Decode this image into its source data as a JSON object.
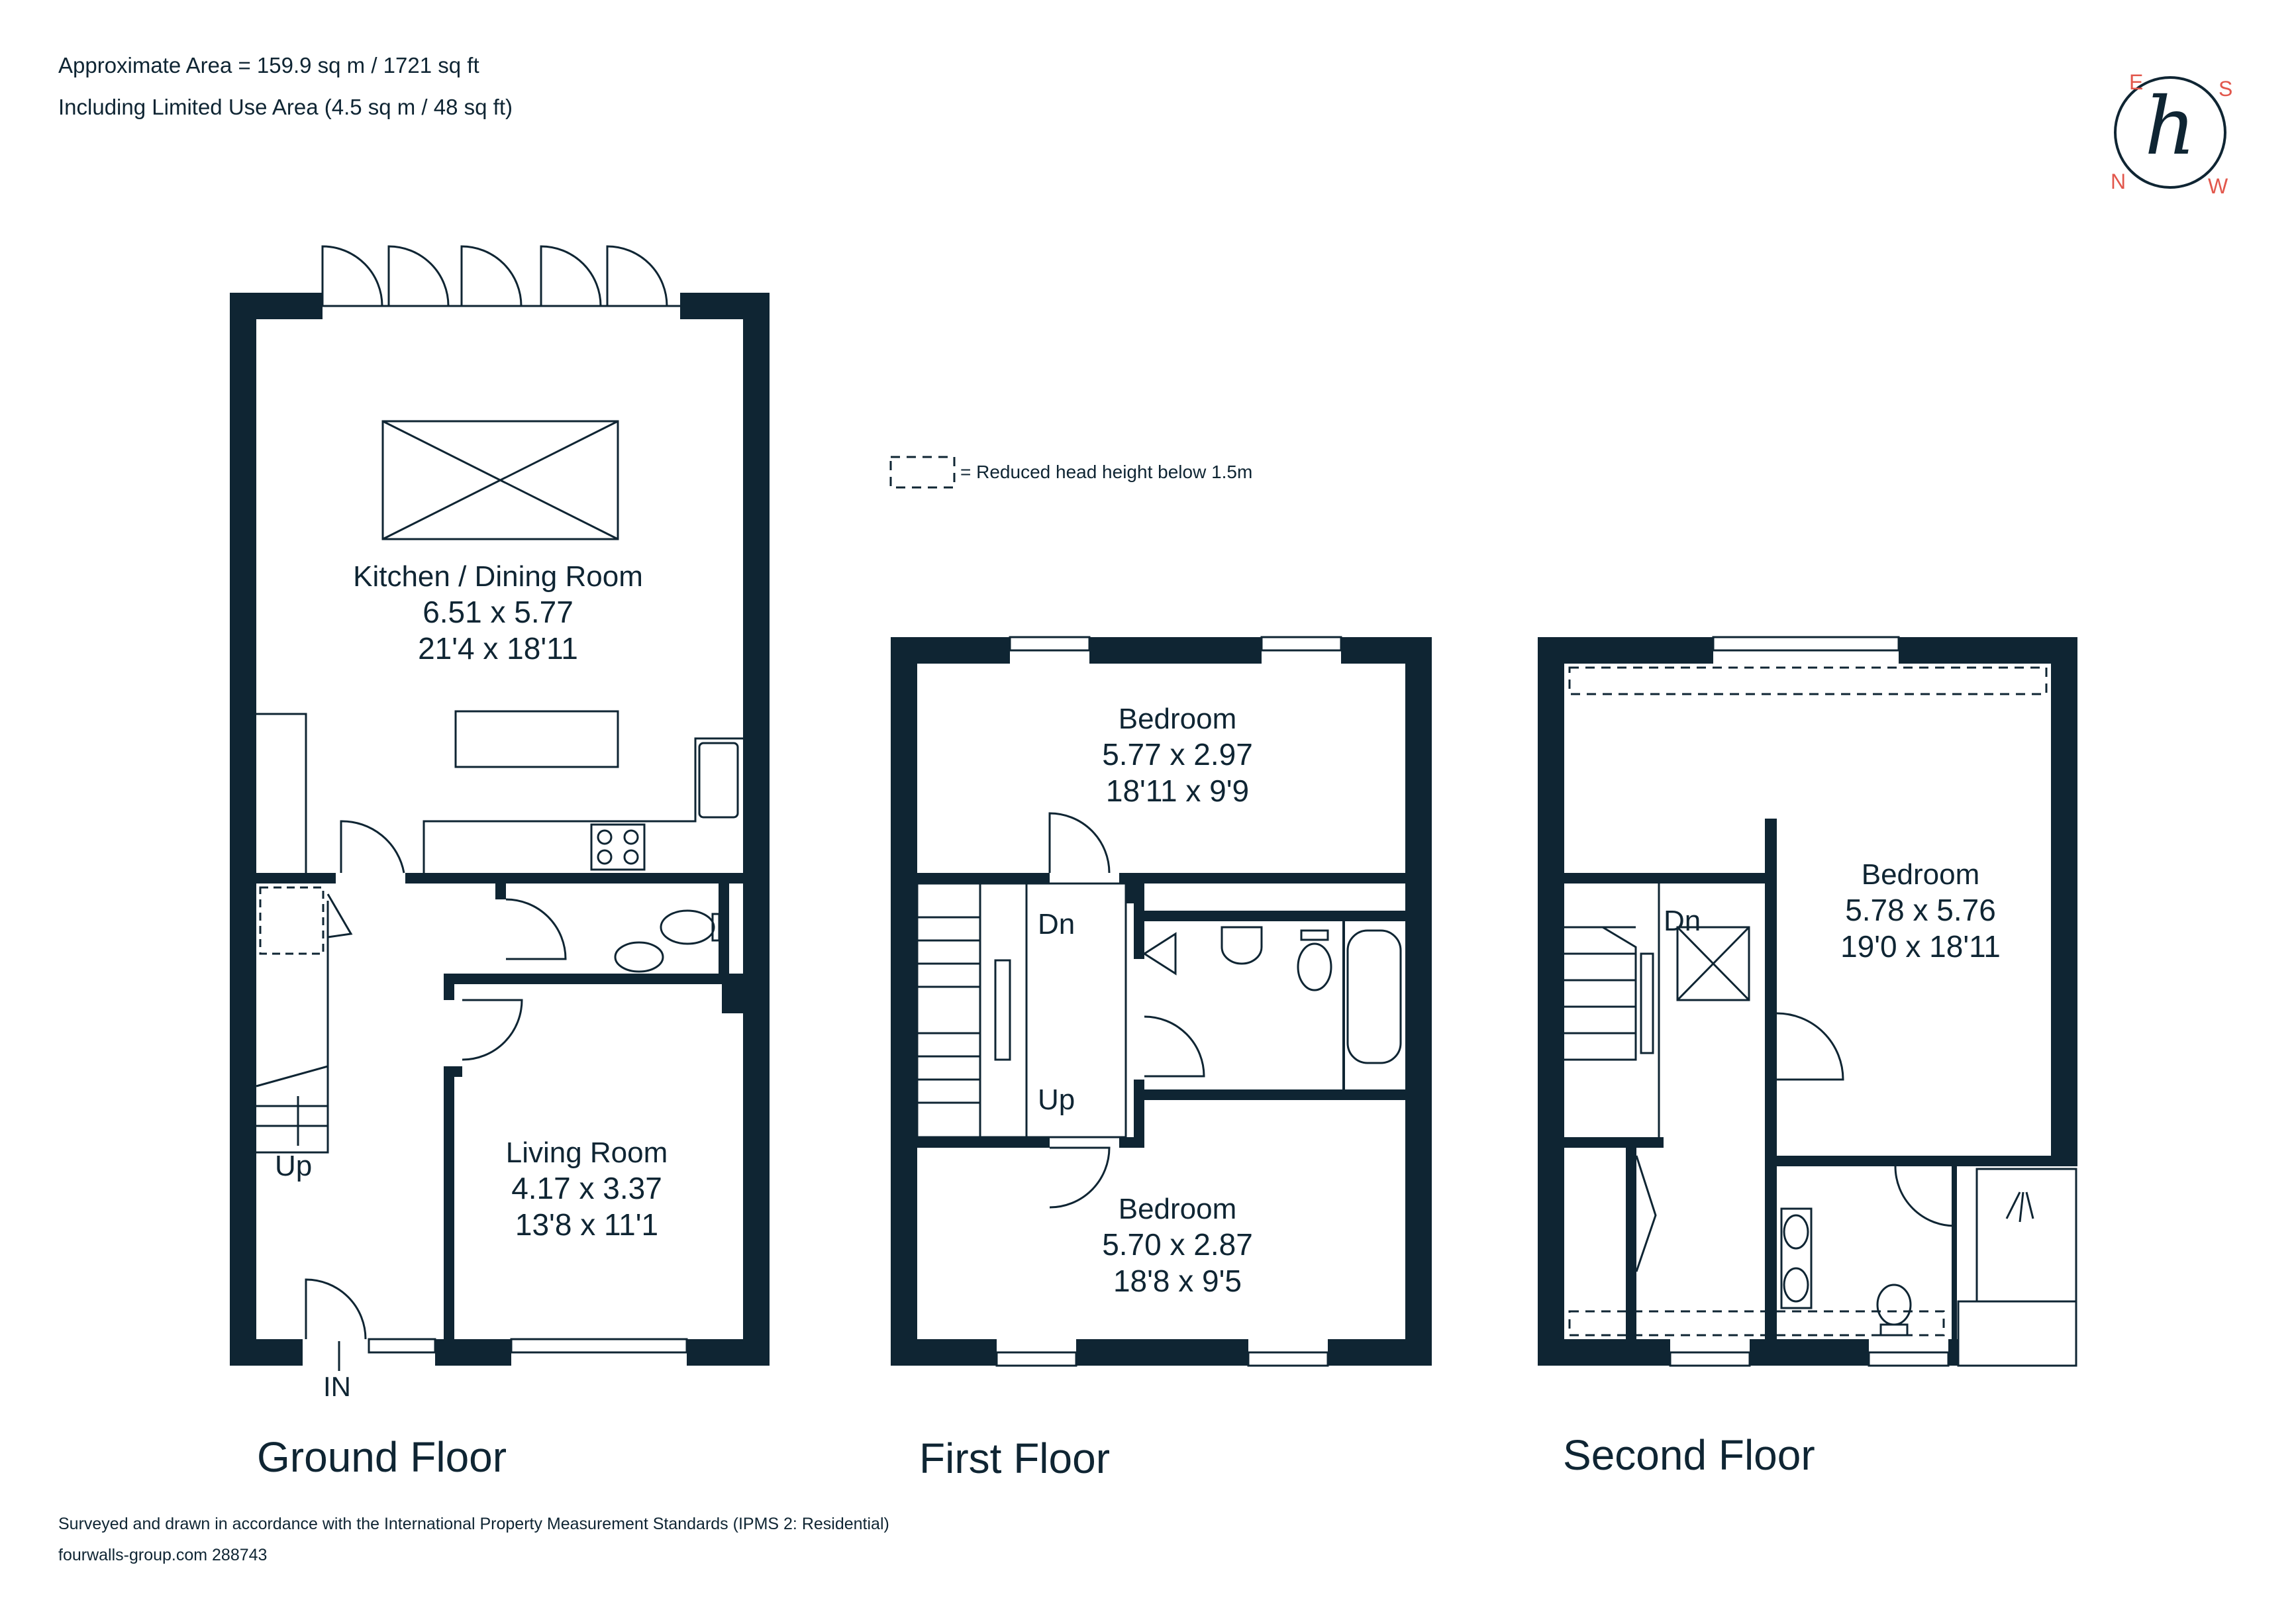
{
  "header": {
    "area_line": "Approximate Area = 159.9 sq m / 1721 sq ft",
    "limited_line": "Including Limited Use Area (4.5 sq m / 48 sq ft)"
  },
  "legend": {
    "text": "= Reduced head height below 1.5m"
  },
  "compass": {
    "e": "E",
    "s": "S",
    "n": "N",
    "w": "W",
    "logo": "h",
    "accent": "#e2574c"
  },
  "colors": {
    "wall": "#0f2533",
    "line": "#0f2533"
  },
  "floors": {
    "ground": {
      "label": "Ground Floor",
      "kitchen": {
        "name": "Kitchen / Dining Room",
        "metric": "6.51 x 5.77",
        "imperial": "21'4 x 18'11"
      },
      "living": {
        "name": "Living Room",
        "metric": "4.17 x 3.37",
        "imperial": "13'8 x 11'1"
      },
      "stairs": "Up",
      "entrance": "IN"
    },
    "first": {
      "label": "First Floor",
      "bedroom_a": {
        "name": "Bedroom",
        "metric": "5.77 x 2.97",
        "imperial": "18'11 x 9'9"
      },
      "bedroom_b": {
        "name": "Bedroom",
        "metric": "5.70 x 2.87",
        "imperial": "18'8 x 9'5"
      },
      "stairs_down": "Dn",
      "stairs_up": "Up"
    },
    "second": {
      "label": "Second Floor",
      "bedroom": {
        "name": "Bedroom",
        "metric": "5.78 x 5.76",
        "imperial": "19'0 x 18'11"
      },
      "stairs_down": "Dn"
    }
  },
  "footer": {
    "survey_line": "Surveyed and drawn in accordance with the International Property Measurement Standards (IPMS 2: Residential)",
    "ref_line": "fourwalls-group.com 288743"
  }
}
